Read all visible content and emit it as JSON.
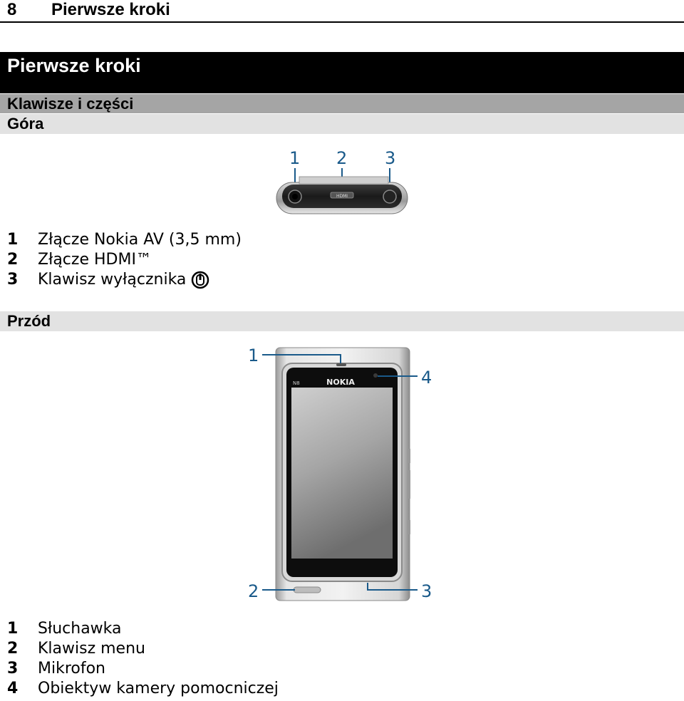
{
  "header": {
    "page_number": "8",
    "title": "Pierwsze kroki"
  },
  "chapter": {
    "title": "Pierwsze kroki"
  },
  "section": {
    "title": "Klawisze i części"
  },
  "top": {
    "title": "Góra",
    "callouts": [
      "1",
      "2",
      "3"
    ],
    "items": [
      {
        "num": "1",
        "label": "Złącze Nokia AV (3,5 mm)"
      },
      {
        "num": "2",
        "label": "Złącze HDMI™"
      },
      {
        "num": "3",
        "label": "Klawisz wyłącznika"
      }
    ],
    "power_icon": "power-icon"
  },
  "front": {
    "title": "Przód",
    "callouts": [
      "1",
      "4",
      "2",
      "3"
    ],
    "items": [
      {
        "num": "1",
        "label": "Słuchawka"
      },
      {
        "num": "2",
        "label": "Klawisz menu"
      },
      {
        "num": "3",
        "label": "Mikrofon"
      },
      {
        "num": "4",
        "label": "Obiektyw kamery pomocniczej"
      }
    ],
    "phone": {
      "brand": "NOKIA",
      "model": "N8",
      "port_label": "HDMI"
    }
  },
  "colors": {
    "chapter_bar": "#000000",
    "section_bar": "#a5a5a5",
    "sub_bar": "#e2e2e2",
    "callout": "#1a5a8a"
  }
}
